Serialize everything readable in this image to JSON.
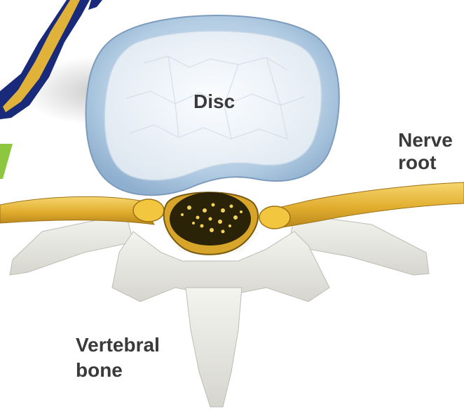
{
  "labels": {
    "disc": "Disc",
    "nerve_root_line1": "Nerve",
    "nerve_root_line2": "root",
    "vertebral_bone_line1": "Vertebral",
    "vertebral_bone_line2": "bone"
  },
  "colors": {
    "disc_outer": "#a9c6df",
    "disc_inner": "#eef3f8",
    "nerve": "#e3b53a",
    "canal": "#2a2308",
    "bone": "#e9e9e3",
    "label": "#3a3a3a",
    "accent_green": "#8dc63f",
    "spine_blue": "#1a2a7a"
  }
}
